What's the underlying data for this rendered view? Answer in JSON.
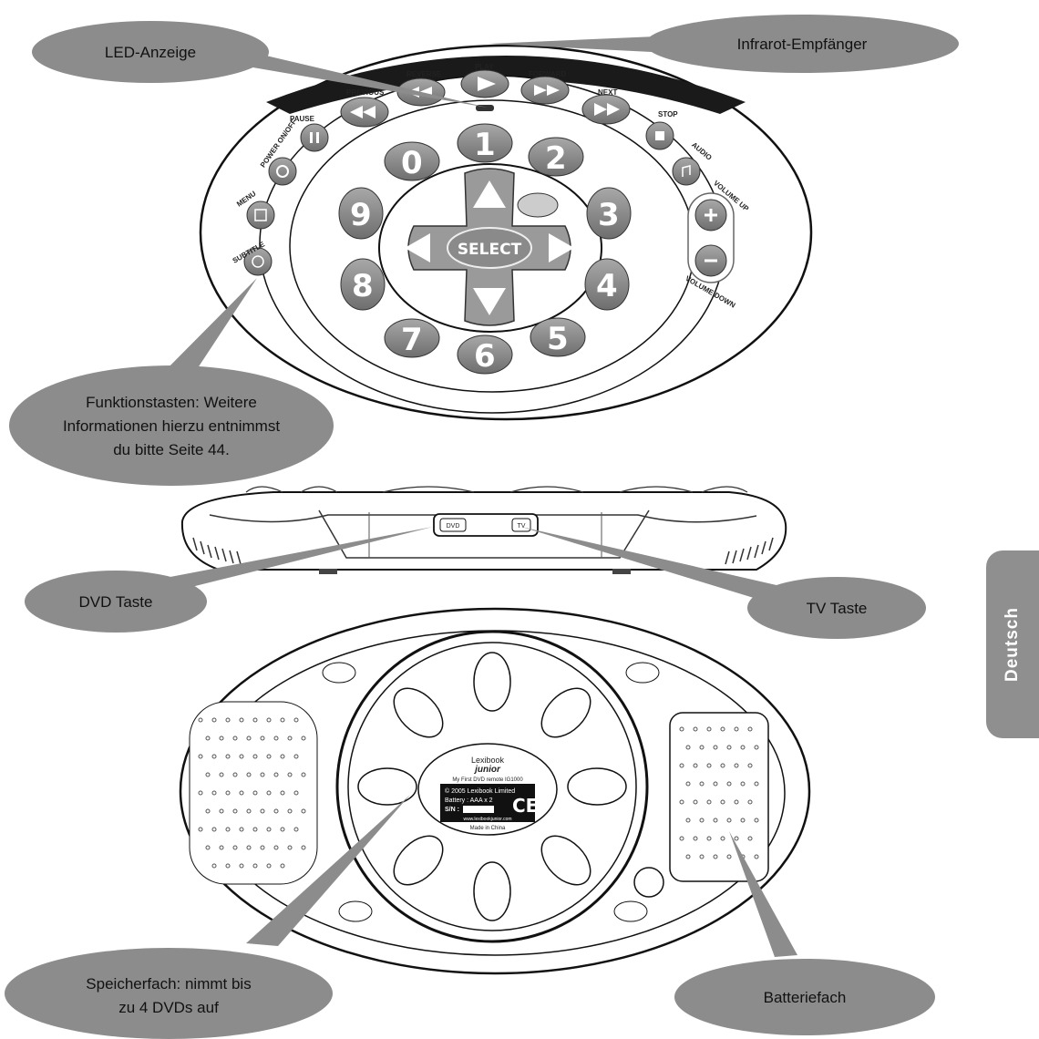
{
  "callouts": {
    "led": "LED-Anzeige",
    "ir": "Infrarot-Empfänger",
    "function_keys": [
      "Funktionstasten: Weitere",
      "Informationen hierzu entnimmst",
      "du bitte Seite  44."
    ],
    "dvd_key": "DVD Taste",
    "tv_key": "TV Taste",
    "storage": [
      "Speicherfach: nimmt bis",
      "zu 4 DVDs auf"
    ],
    "battery": "Batteriefach"
  },
  "remote_top": {
    "transport_labels": [
      "PREVIOUS",
      "REVERSE",
      "PLAY",
      "FORWARD",
      "NEXT"
    ],
    "left_labels": [
      "PAUSE",
      "POWER ON/OFF",
      "MENU",
      "SUBTITLE"
    ],
    "right_labels": [
      "STOP",
      "AUDIO",
      "VOLUME UP",
      "VOLUME DOWN"
    ],
    "digits": [
      "0",
      "1",
      "2",
      "3",
      "4",
      "5",
      "6",
      "7",
      "8",
      "9"
    ],
    "select_label": "SELECT"
  },
  "remote_side": {
    "dvd_button": "DVD",
    "tv_button": "TV"
  },
  "remote_bottom": {
    "sticker": [
      "Lexibook",
      "junior",
      "My First DVD remote   IG1000",
      "© 2005 Lexibook Limited",
      "Battery : AAA x 2",
      "S/N :",
      "www.lexibookjunior.com",
      "Made in China"
    ],
    "ce_mark": "CE"
  },
  "side_tab": "Deutsch"
}
